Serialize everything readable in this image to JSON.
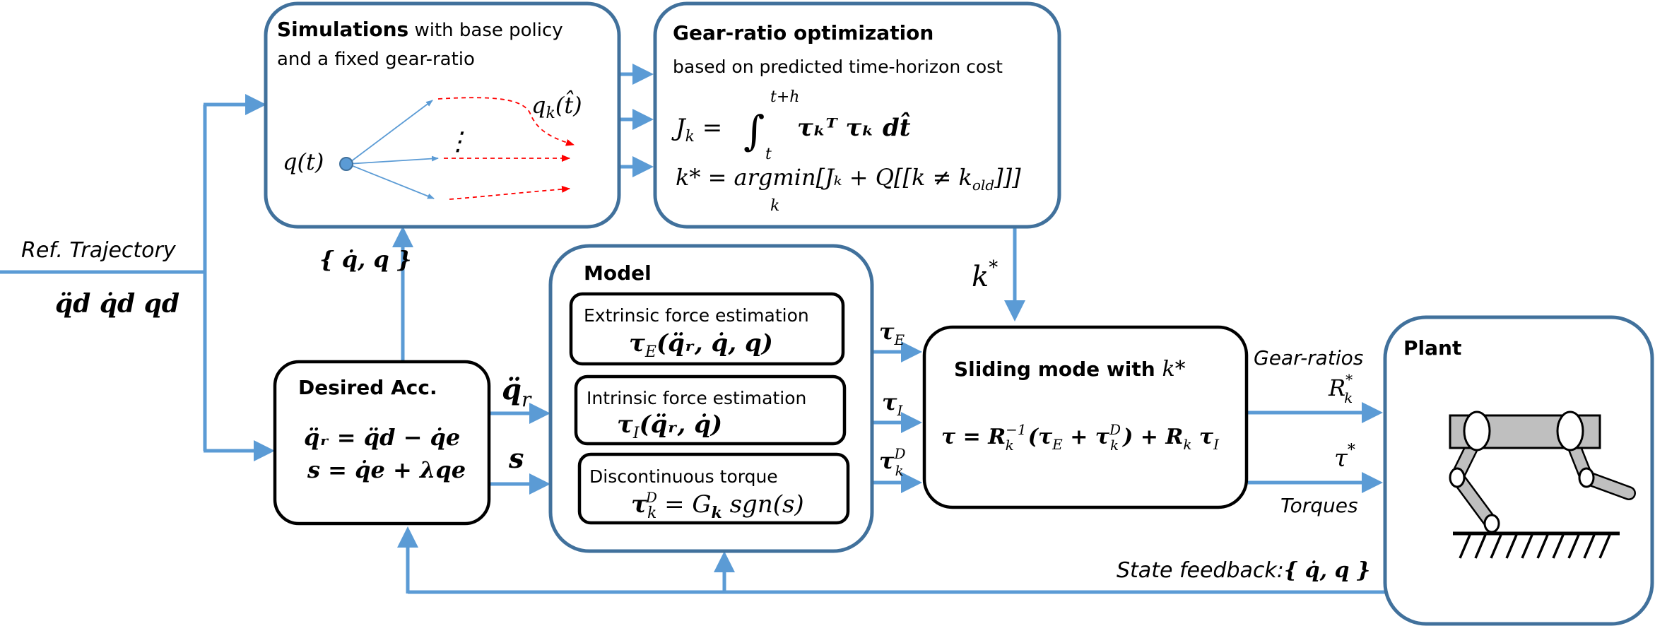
{
  "nodes": {
    "simulations": {
      "title": "Simulations",
      "title_rest": " with base policy",
      "line2": "and a fixed gear-ratio",
      "q_t": "q(t)",
      "qk_hat": "q",
      "qk_hat_sub": "k",
      "qk_hat_arg": "(t̂)",
      "ellipsis": "⋮"
    },
    "gear_ratio": {
      "title": "Gear-ratio optimization",
      "subtitle": "based on predicted time-horizon cost",
      "eq1": "J",
      "eq1_sub": "k",
      "eq1_rest": " = ∫ τ",
      "eq1_int_upper": "t+h",
      "eq1_int_lower": "t",
      "eq1_body": "τₖᵀ τₖ dt̂",
      "eq2": "k* = argmin[Jₖ + Q[[k ≠ k",
      "eq2_sub": "old",
      "eq2_end": "]]]",
      "eq2_under": "k"
    },
    "model": {
      "title": "Model",
      "extrinsic_label": "Extrinsic force estimation",
      "extrinsic_eq": "τ",
      "extrinsic_eq_sub": "E",
      "extrinsic_eq_args": "(q̈ᵣ, q̇, q)",
      "intrinsic_label": "Intrinsic force estimation",
      "intrinsic_eq": "τ",
      "intrinsic_eq_sub": "I",
      "intrinsic_eq_args": "(q̈ᵣ, q̇)",
      "disc_label": "Discontinuous torque",
      "disc_eq": "τ",
      "disc_eq_sub": "k",
      "disc_eq_sup": "D",
      "disc_eq_rest": " = G",
      "disc_eq_g_sub": "k",
      "disc_eq_end": " sgn(s)"
    },
    "desired_acc": {
      "title": "Desired Acc.",
      "eq1": "q̈ᵣ = q̈d − q̇e",
      "eq2": "s = q̇e + λqe"
    },
    "sliding": {
      "title": "Sliding mode with ",
      "title_k": "k*",
      "eq_lhs": "τ = R",
      "eq_r_sub": "k",
      "eq_r_sup": "−1",
      "eq_mid": "(τ",
      "eq_e_sub": "E",
      "eq_plus": " + τ",
      "eq_kd_sub": "k",
      "eq_kd_sup": "D",
      "eq_close": ") + R",
      "eq_rk_sub": "k",
      "eq_ti": " τ",
      "eq_ti_sub": "I"
    },
    "plant": {
      "title": "Plant"
    }
  },
  "edges": {
    "ref_trajectory": "Ref. Trajectory",
    "ref_symbols": "q̈d q̇d qd",
    "sim_feedback": "{ q̇, q }",
    "qr_ddot": "q̈",
    "qr_sub": "r",
    "s": "s",
    "k_star": "k",
    "k_star_sup": "*",
    "tau_e": "τ",
    "tau_e_sub": "E",
    "tau_i": "τ",
    "tau_i_sub": "I",
    "tau_kd": "τ",
    "tau_kd_sub": "k",
    "tau_kd_sup": "D",
    "gear_ratios": "Gear-ratios",
    "rk_star": "R",
    "rk_star_sub": "k",
    "rk_star_sup": "*",
    "tau_star": "τ",
    "tau_star_sup": "*",
    "torques": "Torques",
    "state_feedback": "State feedback:",
    "state_feedback_vars": "{ q̇, q }"
  },
  "colors": {
    "box_border": "#41719c",
    "arrow": "#5b9bd5",
    "dashed": "#ff0000",
    "robot_fill": "#bfbfbf"
  }
}
